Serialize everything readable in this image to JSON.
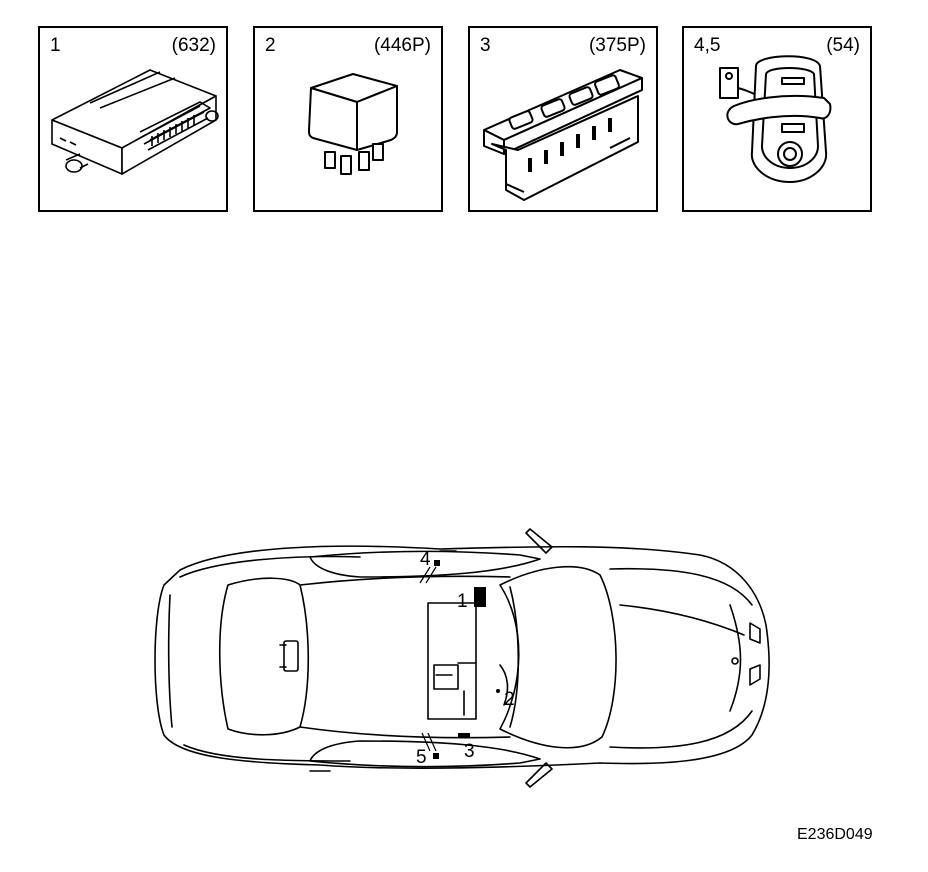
{
  "panels": [
    {
      "number": "1",
      "code": "(632)",
      "icon": "control-module-icon"
    },
    {
      "number": "2",
      "code": "(446P)",
      "icon": "relay-icon"
    },
    {
      "number": "3",
      "code": "(375P)",
      "icon": "switch-panel-icon"
    },
    {
      "number": "4,5",
      "code": "(54)",
      "icon": "door-contact-switch-icon"
    }
  ],
  "car": {
    "labels": {
      "l1": "1",
      "l2": "2",
      "l3": "3",
      "l4": "4",
      "l5": "5"
    }
  },
  "reference": "E236D049"
}
